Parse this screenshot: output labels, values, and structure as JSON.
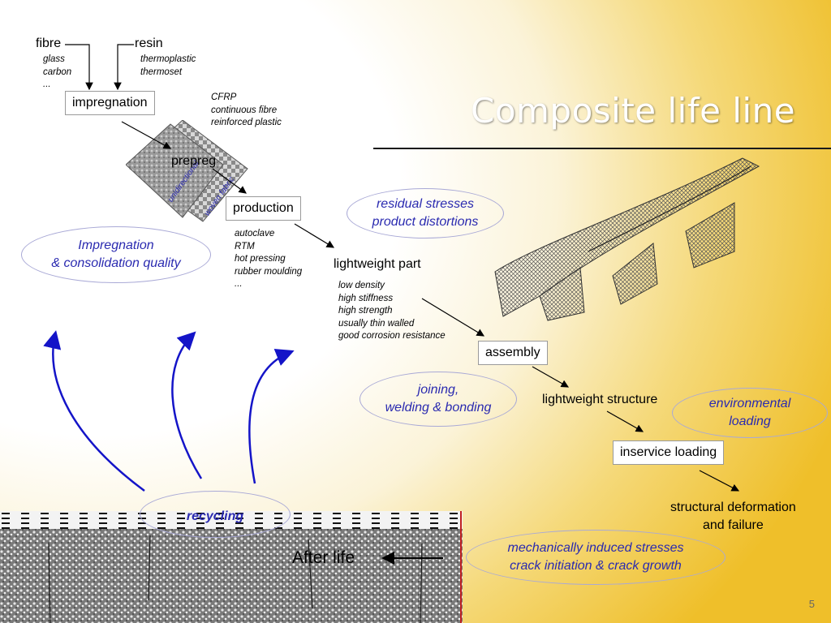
{
  "title": "Composite life line",
  "inputs": {
    "fibre": {
      "label": "fibre",
      "items": "glass\ncarbon\n..."
    },
    "resin": {
      "label": "resin",
      "items": "thermoplastic\nthermoset"
    }
  },
  "boxes": {
    "impregnation": "impregnation",
    "production": "production",
    "assembly": "assembly",
    "inservice": "inservice loading"
  },
  "cfrp_note": "CFRP\ncontinuous fibre\nreinforced plastic",
  "prepreg": {
    "label": "prepreg",
    "unidirectional": "unidirectional",
    "woven": "woven fabric"
  },
  "production_methods": "autoclave\nRTM\nhot pressing\nrubber moulding\n...",
  "lightweight_part": {
    "label": "lightweight part",
    "properties": "low density\nhigh stiffness\nhigh strength\nusually thin walled\ngood corrosion resistance"
  },
  "lightweight_structure": "lightweight structure",
  "structural_failure": "structural deformation\nand failure",
  "ovals": {
    "impregnation_quality": "Impregnation\n& consolidation quality",
    "residual_stresses": "residual stresses\nproduct distortions",
    "joining": "joining,\nwelding & bonding",
    "environmental": "environmental\nloading",
    "mechanical": "mechanically induced stresses\ncrack initiation & crack growth",
    "recycling": "recycling"
  },
  "after_life": "After life",
  "page_number": "5",
  "colors": {
    "oval_text": "#2a2ab0",
    "recycle_arrow": "#1414c8",
    "title": "#ffffff"
  }
}
